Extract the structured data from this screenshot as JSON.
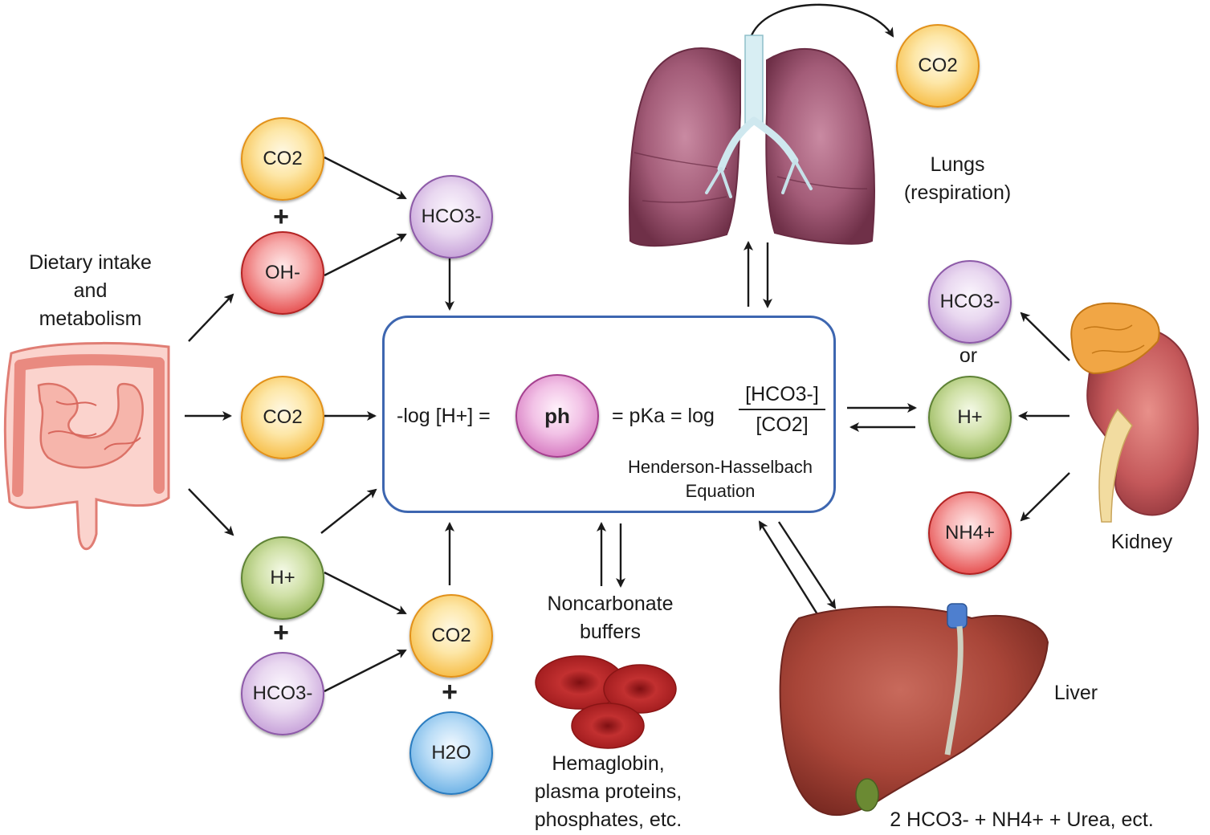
{
  "labels": {
    "dietary": [
      "Dietary intake",
      "and",
      "metabolism"
    ],
    "lungs": [
      "Lungs",
      "(respiration)"
    ],
    "kidney": "Kidney",
    "liver": "Liver",
    "or": "or",
    "noncarbonate": [
      "Noncarbonate",
      "buffers"
    ],
    "buffers_list": [
      "Hemaglobin,",
      "plasma proteins,",
      "phosphates, etc."
    ],
    "liver_products": "2 HCO3- + NH4+ + Urea, ect.",
    "equation_name": [
      "Henderson-Hasselbach",
      "Equation"
    ]
  },
  "equation": {
    "left": "-log [H+] =",
    "center": "ph",
    "right": "= pKa = log",
    "numerator": "[HCO3-]",
    "denominator": "[CO2]"
  },
  "molecules": {
    "co2_top": "CO2",
    "hco3_top": "HCO3-",
    "oh": "OH-",
    "co2_middle": "CO2",
    "h_left": "H+",
    "hco3_left_bottom": "HCO3-",
    "co2_bottom": "CO2",
    "h2o": "H2O",
    "co2_lungs": "CO2",
    "hco3_kidney": "HCO3-",
    "h_kidney": "H+",
    "nh4_kidney": "NH4+"
  },
  "plus_signs": [
    "+",
    "+",
    "+"
  ],
  "colors": {
    "co2": "#f7c150",
    "hco3": "#c7a2d9",
    "oh": "#e65050",
    "h": "#98b85c",
    "h2o": "#6fb3e6",
    "ph": "#d77cc2",
    "box_border": "#3d66b0",
    "lungs": "#9a4f6c",
    "liver": "#b04a3c",
    "kidney": "#c8585a",
    "intestine": "#f7a8a0",
    "rbc": "#b52424"
  }
}
